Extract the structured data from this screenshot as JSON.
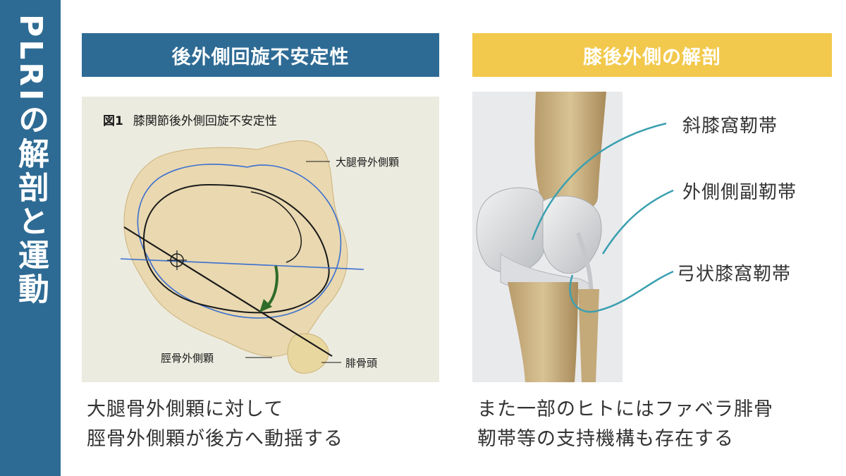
{
  "sidebar": {
    "title": "PLRIの解剖と運動"
  },
  "left": {
    "header": "後外側回旋不安定性",
    "figure": {
      "number": "図1",
      "title": "膝関節後外側回旋不安定性",
      "labels": {
        "femur_condyle": "大腿骨外側顆",
        "tibia_condyle": "脛骨外側顆",
        "fibula_head": "腓骨頭"
      }
    },
    "caption": [
      "大腿骨外側顆に対して",
      "脛骨外側顆が後方へ動揺する"
    ]
  },
  "right": {
    "header": "膝後外側の解剖",
    "labels": {
      "oblique_popliteal": "斜膝窩靭帯",
      "lcl": "外側側副靭帯",
      "arcuate_popliteal": "弓状膝窩靭帯"
    },
    "caption": [
      "また一部のヒトにはファベラ腓骨",
      "靭帯等の支持機構も存在する"
    ]
  },
  "colors": {
    "primary_blue": "#2e6b94",
    "accent_yellow": "#f2c94c",
    "leader_line_teal": "#3aa0b0"
  }
}
